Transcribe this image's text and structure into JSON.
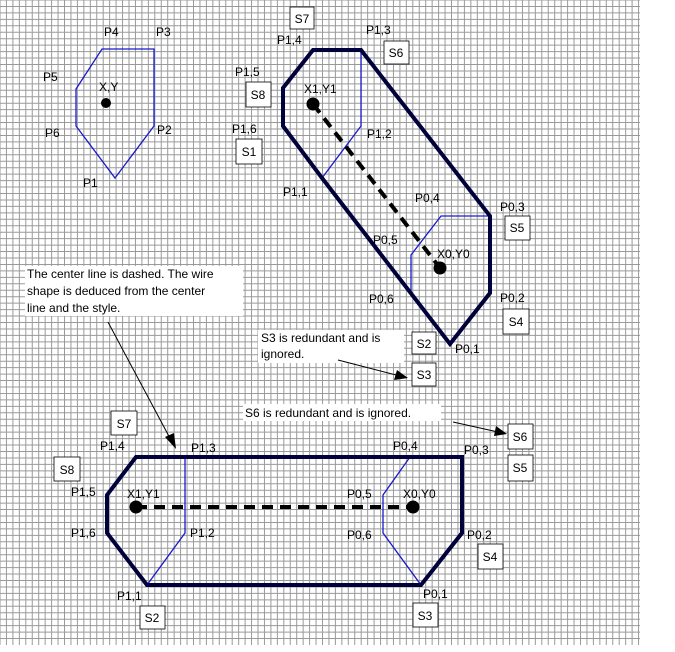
{
  "diagram": {
    "top_left_shape": {
      "labels": {
        "p1": "P1",
        "p2": "P2",
        "p3": "P3",
        "p4": "P4",
        "p5": "P5",
        "p6": "P6",
        "center": "X,Y"
      }
    },
    "diagonal_wire": {
      "labels": {
        "s7": "S7",
        "p1_3": "P1,3",
        "p1_4": "P1,4",
        "s6": "S6",
        "p1_5": "P1,5",
        "s8": "S8",
        "x1y1": "X1,Y1",
        "p1_6": "P1,6",
        "p1_2": "P1,2",
        "s1": "S1",
        "p1_1": "P1,1",
        "p0_4": "P0,4",
        "p0_3": "P0,3",
        "p0_5": "P0,5",
        "s5": "S5",
        "x0y0": "X0,Y0",
        "p0_6": "P0,6",
        "p0_2": "P0,2",
        "s4": "S4",
        "s2": "S2",
        "p0_1": "P0,1",
        "s3": "S3"
      }
    },
    "horizontal_wire": {
      "labels": {
        "s7": "S7",
        "p1_4": "P1,4",
        "p1_3": "P1,3",
        "p0_4": "P0,4",
        "p0_3": "P0,3",
        "s6": "S6",
        "s8": "S8",
        "p1_5": "P1,5",
        "x1y1": "X1,Y1",
        "p0_5": "P0,5",
        "x0y0": "X0,Y0",
        "s5": "S5",
        "p1_6": "P1,6",
        "p1_2": "P1,2",
        "p0_6": "P0,6",
        "p0_2": "P0,2",
        "s4": "S4",
        "p1_1": "P1,1",
        "p0_1": "P0,1",
        "s2": "S2",
        "s3": "S3"
      }
    },
    "notes": {
      "center_line": [
        "The center line is dashed. The wire",
        "shape is deduced from the center",
        "line and the style."
      ],
      "s3_redundant": [
        "S3 is redundant and is",
        "ignored."
      ],
      "s6_redundant": "S6 is redundant and is ignored."
    }
  }
}
